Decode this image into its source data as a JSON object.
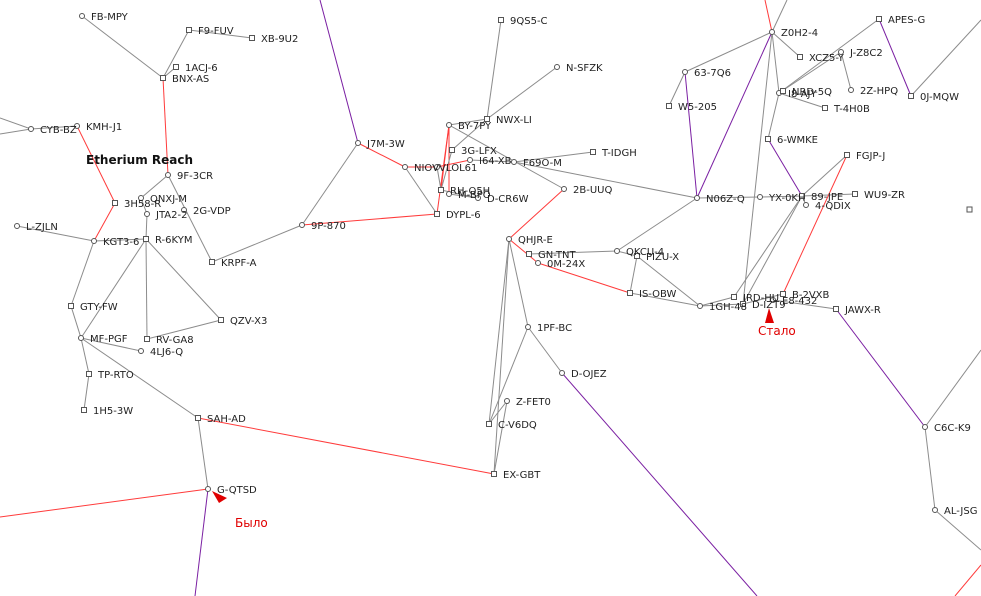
{
  "region_title": "Etherium Reach",
  "colors": {
    "normal": "#8c8c8c",
    "constellation": "#ff3b3b",
    "region": "#7a1fa2",
    "annotation": "#e00000"
  },
  "annotations": {
    "before": "Было",
    "after": "Стало"
  },
  "systems": [
    {
      "id": "FB-MPY",
      "label": "FB-MPY",
      "shape": "circle"
    },
    {
      "id": "F9-FUV",
      "label": "F9-FUV",
      "shape": "square"
    },
    {
      "id": "XB-9U2",
      "label": "XB-9U2",
      "shape": "square"
    },
    {
      "id": "1ACJ-6",
      "label": "1ACJ-6",
      "shape": "square"
    },
    {
      "id": "BNX-AS",
      "label": "BNX-AS",
      "shape": "square"
    },
    {
      "id": "CYB-BZ",
      "label": "CYB-BZ",
      "shape": "circle"
    },
    {
      "id": "KMH-J1",
      "label": "KMH-J1",
      "shape": "circle"
    },
    {
      "id": "9F-3CR",
      "label": "9F-3CR",
      "shape": "circle"
    },
    {
      "id": "QNXJ-M",
      "label": "QNXJ-M",
      "shape": "circle"
    },
    {
      "id": "3H58-R",
      "label": "3H58-R",
      "shape": "square"
    },
    {
      "id": "JTA2-2",
      "label": "JTA2-2",
      "shape": "circle"
    },
    {
      "id": "2G-VDP",
      "label": "2G-VDP",
      "shape": "circle"
    },
    {
      "id": "L-ZJLN",
      "label": "L-ZJLN",
      "shape": "circle"
    },
    {
      "id": "KGT3-6",
      "label": "KGT3-6",
      "shape": "circle"
    },
    {
      "id": "R-6KYM",
      "label": "R-6KYM",
      "shape": "square"
    },
    {
      "id": "KRPF-A",
      "label": "KRPF-A",
      "shape": "square"
    },
    {
      "id": "GTY-FW",
      "label": "GTY-FW",
      "shape": "square"
    },
    {
      "id": "QZV-X3",
      "label": "QZV-X3",
      "shape": "square"
    },
    {
      "id": "MF-PGF",
      "label": "MF-PGF",
      "shape": "circle"
    },
    {
      "id": "RV-GA8",
      "label": "RV-GA8",
      "shape": "square"
    },
    {
      "id": "4LJ6-Q",
      "label": "4LJ6-Q",
      "shape": "circle"
    },
    {
      "id": "TP-RTO",
      "label": "TP-RTO",
      "shape": "square"
    },
    {
      "id": "1H5-3W",
      "label": "1H5-3W",
      "shape": "square"
    },
    {
      "id": "SAH-AD",
      "label": "SAH-AD",
      "shape": "square"
    },
    {
      "id": "G-QTSD",
      "label": "G-QTSD",
      "shape": "circle"
    },
    {
      "id": "9QS5-C",
      "label": "9QS5-C",
      "shape": "square"
    },
    {
      "id": "N-SFZK",
      "label": "N-SFZK",
      "shape": "circle"
    },
    {
      "id": "NWX-LI",
      "label": "NWX-LI",
      "shape": "square"
    },
    {
      "id": "J7M-3W",
      "label": "J7M-3W",
      "shape": "circle"
    },
    {
      "id": "BY-7PY",
      "label": "BY-7PY",
      "shape": "circle"
    },
    {
      "id": "3G-LFX",
      "label": "3G-LFX",
      "shape": "square"
    },
    {
      "id": "I64-XB",
      "label": "I64-XB",
      "shape": "circle"
    },
    {
      "id": "F69O-M",
      "label": "F69O-M",
      "shape": "circle"
    },
    {
      "id": "T-IDGH",
      "label": "T-IDGH",
      "shape": "square"
    },
    {
      "id": "NIOVV",
      "label": "NIOVV",
      "shape": "circle"
    },
    {
      "id": "LOL61",
      "label": "LOL61",
      "shape": "circle"
    },
    {
      "id": "RH-Q5H",
      "label": "RH-Q5H",
      "shape": "square"
    },
    {
      "id": "M-BPO",
      "label": "M-BPO",
      "shape": "circle"
    },
    {
      "id": "D-CR6W",
      "label": "D-CR6W",
      "shape": "circle"
    },
    {
      "id": "2B-UUQ",
      "label": "2B-UUQ",
      "shape": "circle"
    },
    {
      "id": "9P-870",
      "label": "9P-870",
      "shape": "circle"
    },
    {
      "id": "DYPL-6",
      "label": "DYPL-6",
      "shape": "square"
    },
    {
      "id": "QHJR-E",
      "label": "QHJR-E",
      "shape": "circle"
    },
    {
      "id": "GN-TNT",
      "label": "GN-TNT",
      "shape": "square"
    },
    {
      "id": "0M-24X",
      "label": "0M-24X",
      "shape": "circle"
    },
    {
      "id": "QKCU-4",
      "label": "QKCU-4",
      "shape": "circle"
    },
    {
      "id": "PIZU-X",
      "label": "PIZU-X",
      "shape": "square"
    },
    {
      "id": "IS-OBW",
      "label": "IS-OBW",
      "shape": "square"
    },
    {
      "id": "1PF-BC",
      "label": "1PF-BC",
      "shape": "circle"
    },
    {
      "id": "D-OJEZ",
      "label": "D-OJEZ",
      "shape": "circle"
    },
    {
      "id": "Z-FET0",
      "label": "Z-FET0",
      "shape": "circle"
    },
    {
      "id": "C-V6DQ",
      "label": "C-V6DQ",
      "shape": "square"
    },
    {
      "id": "EX-GBT",
      "label": "EX-GBT",
      "shape": "square"
    },
    {
      "id": "Z0H2-4",
      "label": "Z0H2-4",
      "shape": "circle"
    },
    {
      "id": "APES-G",
      "label": "APES-G",
      "shape": "square"
    },
    {
      "id": "J-Z8C2",
      "label": "J-Z8C2",
      "shape": "circle"
    },
    {
      "id": "XCZ5-Y",
      "label": "XCZ5-Y",
      "shape": "square"
    },
    {
      "id": "63-7Q6",
      "label": "63-7Q6",
      "shape": "circle"
    },
    {
      "id": "W5-205",
      "label": "W5-205",
      "shape": "square"
    },
    {
      "id": "I8-AJY",
      "label": "I8-AJY",
      "shape": "circle"
    },
    {
      "id": "NRD-5Q",
      "label": "NRD-5Q",
      "shape": "square"
    },
    {
      "id": "2Z-HPQ",
      "label": "2Z-HPQ",
      "shape": "circle"
    },
    {
      "id": "0J-MQW",
      "label": "0J-MQW",
      "shape": "square"
    },
    {
      "id": "T-4H0B",
      "label": "T-4H0B",
      "shape": "square"
    },
    {
      "id": "6-WMKE",
      "label": "6-WMKE",
      "shape": "square"
    },
    {
      "id": "FGJP-J",
      "label": "FGJP-J",
      "shape": "square"
    },
    {
      "id": "N06Z-Q",
      "label": "N06Z-Q",
      "shape": "circle"
    },
    {
      "id": "YX-0KH",
      "label": "YX-0KH",
      "shape": "circle"
    },
    {
      "id": "89-JPE",
      "label": "89-JPE",
      "shape": "square"
    },
    {
      "id": "WU9-ZR",
      "label": "WU9-ZR",
      "shape": "square"
    },
    {
      "id": "4-QDIX",
      "label": "4-QDIX",
      "shape": "circle"
    },
    {
      "id": "IRD-HU",
      "label": "IRD-HU",
      "shape": "square"
    },
    {
      "id": "1GH-48",
      "label": "1GH-48",
      "shape": "circle"
    },
    {
      "id": "D-IZT9",
      "label": "D-IZT9",
      "shape": "square"
    },
    {
      "id": "B-2VXB",
      "label": "B-2VXB",
      "shape": "square"
    },
    {
      "id": "E8-432",
      "label": "E8-432",
      "shape": "circle"
    },
    {
      "id": "JAWX-R",
      "label": "JAWX-R",
      "shape": "square"
    },
    {
      "id": "C6C-K9",
      "label": "C6C-K9",
      "shape": "circle"
    },
    {
      "id": "AL-JSG",
      "label": "AL-JSG",
      "shape": "circle"
    }
  ],
  "connections": [
    {
      "from": "FB-MPY",
      "to": "BNX-AS",
      "kind": "normal"
    },
    {
      "from": "F9-FUV",
      "to": "XB-9U2",
      "kind": "normal"
    },
    {
      "from": "F9-FUV",
      "to": "BNX-AS",
      "kind": "normal"
    },
    {
      "from": "1ACJ-6",
      "to": "BNX-AS",
      "kind": "normal"
    },
    {
      "from": "BNX-AS",
      "to": "9F-3CR",
      "kind": "constellation"
    },
    {
      "from": "CYB-BZ",
      "to": "KMH-J1",
      "kind": "normal"
    },
    {
      "from": "KMH-J1",
      "to": "3H58-R",
      "kind": "constellation"
    },
    {
      "from": "9F-3CR",
      "to": "QNXJ-M",
      "kind": "normal"
    },
    {
      "from": "9F-3CR",
      "to": "KRPF-A",
      "kind": "normal"
    },
    {
      "from": "QNXJ-M",
      "to": "JTA2-2",
      "kind": "normal"
    },
    {
      "from": "3H58-R",
      "to": "KGT3-6",
      "kind": "constellation"
    },
    {
      "from": "JTA2-2",
      "to": "R-6KYM",
      "kind": "normal"
    },
    {
      "from": "L-ZJLN",
      "to": "KGT3-6",
      "kind": "normal"
    },
    {
      "from": "KGT3-6",
      "to": "GTY-FW",
      "kind": "normal"
    },
    {
      "from": "R-6KYM",
      "to": "KGT3-6",
      "kind": "normal"
    },
    {
      "from": "R-6KYM",
      "to": "QZV-X3",
      "kind": "normal"
    },
    {
      "from": "R-6KYM",
      "to": "RV-GA8",
      "kind": "normal"
    },
    {
      "from": "R-6KYM",
      "to": "MF-PGF",
      "kind": "normal"
    },
    {
      "from": "GTY-FW",
      "to": "MF-PGF",
      "kind": "normal"
    },
    {
      "from": "MF-PGF",
      "to": "TP-RTO",
      "kind": "normal"
    },
    {
      "from": "MF-PGF",
      "to": "4LJ6-Q",
      "kind": "normal"
    },
    {
      "from": "MF-PGF",
      "to": "SAH-AD",
      "kind": "normal"
    },
    {
      "from": "TP-RTO",
      "to": "1H5-3W",
      "kind": "normal"
    },
    {
      "from": "RV-GA8",
      "to": "QZV-X3",
      "kind": "normal"
    },
    {
      "from": "SAH-AD",
      "to": "G-QTSD",
      "kind": "normal"
    },
    {
      "from": "SAH-AD",
      "to": "EX-GBT",
      "kind": "constellation"
    },
    {
      "from": "KRPF-A",
      "to": "9P-870",
      "kind": "normal"
    },
    {
      "from": "9P-870",
      "to": "J7M-3W",
      "kind": "normal"
    },
    {
      "from": "9P-870",
      "to": "DYPL-6",
      "kind": "constellation"
    },
    {
      "from": "J7M-3W",
      "to": "NIOVV",
      "kind": "constellation"
    },
    {
      "from": "9QS5-C",
      "to": "NWX-LI",
      "kind": "normal"
    },
    {
      "from": "N-SFZK",
      "to": "NWX-LI",
      "kind": "normal"
    },
    {
      "from": "NWX-LI",
      "to": "BY-7PY",
      "kind": "normal"
    },
    {
      "from": "NWX-LI",
      "to": "3G-LFX",
      "kind": "normal"
    },
    {
      "from": "BY-7PY",
      "to": "RH-Q5H",
      "kind": "constellation"
    },
    {
      "from": "BY-7PY",
      "to": "DYPL-6",
      "kind": "constellation"
    },
    {
      "from": "BY-7PY",
      "to": "2B-UUQ",
      "kind": "normal"
    },
    {
      "from": "BY-7PY",
      "to": "M-BPO",
      "kind": "constellation"
    },
    {
      "from": "3G-LFX",
      "to": "RH-Q5H",
      "kind": "normal"
    },
    {
      "from": "NIOVV",
      "to": "LOL61",
      "kind": "constellation"
    },
    {
      "from": "LOL61",
      "to": "I64-XB",
      "kind": "constellation"
    },
    {
      "from": "LOL61",
      "to": "RH-Q5H",
      "kind": "normal"
    },
    {
      "from": "I64-XB",
      "to": "F69O-M",
      "kind": "normal"
    },
    {
      "from": "F69O-M",
      "to": "T-IDGH",
      "kind": "normal"
    },
    {
      "from": "F69O-M",
      "to": "N06Z-Q",
      "kind": "normal"
    },
    {
      "from": "NIOVV",
      "to": "DYPL-6",
      "kind": "normal"
    },
    {
      "from": "RH-Q5H",
      "to": "D-CR6W",
      "kind": "normal"
    },
    {
      "from": "M-BPO",
      "to": "D-CR6W",
      "kind": "normal"
    },
    {
      "from": "2B-UUQ",
      "to": "QHJR-E",
      "kind": "constellation"
    },
    {
      "from": "QHJR-E",
      "to": "1PF-BC",
      "kind": "normal"
    },
    {
      "from": "QHJR-E",
      "to": "C-V6DQ",
      "kind": "normal"
    },
    {
      "from": "QHJR-E",
      "to": "EX-GBT",
      "kind": "normal"
    },
    {
      "from": "QHJR-E",
      "to": "0M-24X",
      "kind": "constellation"
    },
    {
      "from": "GN-TNT",
      "to": "QKCU-4",
      "kind": "normal"
    },
    {
      "from": "QKCU-4",
      "to": "N06Z-Q",
      "kind": "normal"
    },
    {
      "from": "QKCU-4",
      "to": "PIZU-X",
      "kind": "normal"
    },
    {
      "from": "0M-24X",
      "to": "IS-OBW",
      "kind": "constellation"
    },
    {
      "from": "PIZU-X",
      "to": "IS-OBW",
      "kind": "normal"
    },
    {
      "from": "PIZU-X",
      "to": "1GH-48",
      "kind": "normal"
    },
    {
      "from": "IS-OBW",
      "to": "1GH-48",
      "kind": "normal"
    },
    {
      "from": "1PF-BC",
      "to": "D-OJEZ",
      "kind": "normal"
    },
    {
      "from": "1PF-BC",
      "to": "C-V6DQ",
      "kind": "normal"
    },
    {
      "from": "Z-FET0",
      "to": "EX-GBT",
      "kind": "normal"
    },
    {
      "from": "Z-FET0",
      "to": "C-V6DQ",
      "kind": "normal"
    },
    {
      "from": "N06Z-Q",
      "to": "Z0H2-4",
      "kind": "region"
    },
    {
      "from": "N06Z-Q",
      "to": "63-7Q6",
      "kind": "region"
    },
    {
      "from": "N06Z-Q",
      "to": "YX-0KH",
      "kind": "normal"
    },
    {
      "from": "63-7Q6",
      "to": "Z0H2-4",
      "kind": "normal"
    },
    {
      "from": "63-7Q6",
      "to": "W5-205",
      "kind": "normal"
    },
    {
      "from": "Z0H2-4",
      "to": "I8-AJY",
      "kind": "normal"
    },
    {
      "from": "Z0H2-4",
      "to": "XCZ5-Y",
      "kind": "normal"
    },
    {
      "from": "Z0H2-4",
      "to": "D-IZT9",
      "kind": "normal"
    },
    {
      "from": "APES-G",
      "to": "I8-AJY",
      "kind": "normal"
    },
    {
      "from": "APES-G",
      "to": "0J-MQW",
      "kind": "region"
    },
    {
      "from": "J-Z8C2",
      "to": "2Z-HPQ",
      "kind": "normal"
    },
    {
      "from": "J-Z8C2",
      "to": "I8-AJY",
      "kind": "normal"
    },
    {
      "from": "I8-AJY",
      "to": "NRD-5Q",
      "kind": "normal"
    },
    {
      "from": "I8-AJY",
      "to": "T-4H0B",
      "kind": "normal"
    },
    {
      "from": "6-WMKE",
      "to": "I8-AJY",
      "kind": "normal"
    },
    {
      "from": "6-WMKE",
      "to": "89-JPE",
      "kind": "region"
    },
    {
      "from": "YX-0KH",
      "to": "89-JPE",
      "kind": "normal"
    },
    {
      "from": "89-JPE",
      "to": "WU9-ZR",
      "kind": "normal"
    },
    {
      "from": "89-JPE",
      "to": "FGJP-J",
      "kind": "normal"
    },
    {
      "from": "89-JPE",
      "to": "4-QDIX",
      "kind": "normal"
    },
    {
      "from": "89-JPE",
      "to": "IRD-HU",
      "kind": "normal"
    },
    {
      "from": "89-JPE",
      "to": "D-IZT9",
      "kind": "normal"
    },
    {
      "from": "FGJP-J",
      "to": "B-2VXB",
      "kind": "constellation"
    },
    {
      "from": "IRD-HU",
      "to": "1GH-48",
      "kind": "normal"
    },
    {
      "from": "1GH-48",
      "to": "D-IZT9",
      "kind": "normal"
    },
    {
      "from": "D-IZT9",
      "to": "B-2VXB",
      "kind": "normal"
    },
    {
      "from": "E8-432",
      "to": "JAWX-R",
      "kind": "normal"
    },
    {
      "from": "JAWX-R",
      "to": "C6C-K9",
      "kind": "region"
    },
    {
      "from": "C6C-K9",
      "to": "AL-JSG",
      "kind": "normal"
    }
  ]
}
